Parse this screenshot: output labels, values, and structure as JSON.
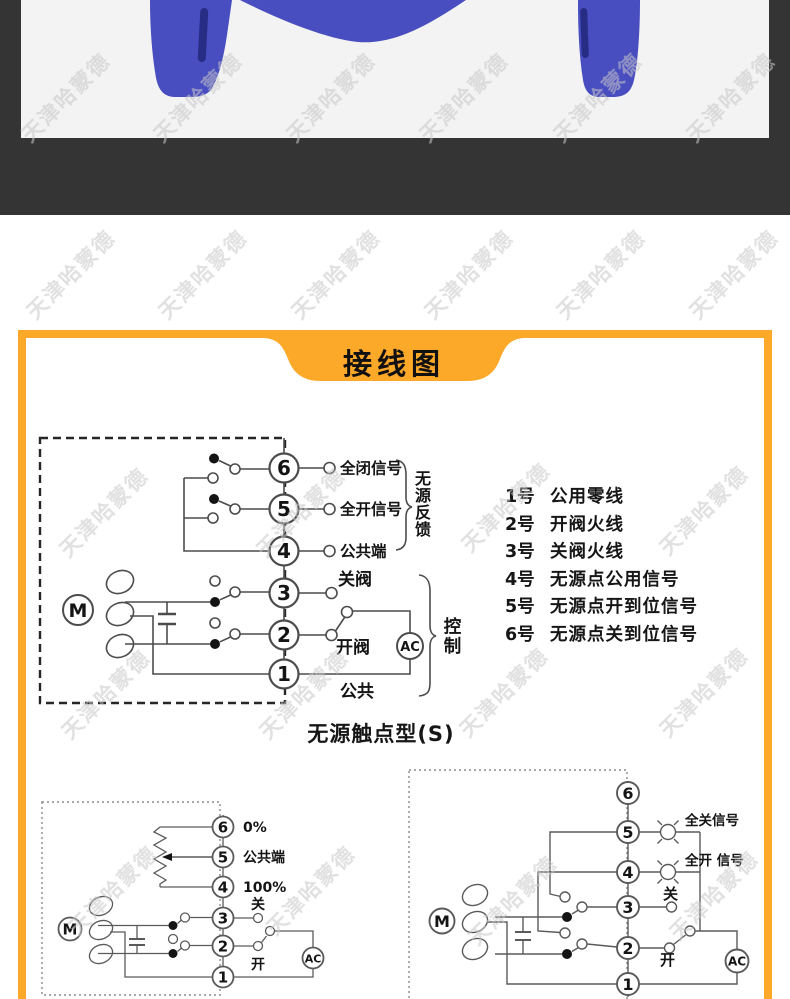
{
  "watermark": {
    "text": "天津哈蒙德"
  },
  "colors": {
    "accent_orange": "#FCA828",
    "product_blue": "#484DC0",
    "frame_dark": "#343434"
  },
  "wiring_section": {
    "title": "接线图",
    "main_diagram": {
      "terminals": [
        "6",
        "5",
        "4",
        "3",
        "2",
        "1"
      ],
      "motor_label": "M",
      "ac_label": "AC",
      "labels": {
        "full_close_signal": "全闭信号",
        "full_open_signal": "全开信号",
        "common_terminal": "公共端",
        "close_valve": "关阀",
        "open_valve": "开阀",
        "common": "公共",
        "passive_feedback": "无源反馈",
        "control": "控制"
      },
      "caption": "无源触点型(S)"
    },
    "terminal_legend": [
      {
        "no": "1号",
        "desc": "公用零线"
      },
      {
        "no": "2号",
        "desc": "开阀火线"
      },
      {
        "no": "3号",
        "desc": "关阀火线"
      },
      {
        "no": "4号",
        "desc": "无源点公用信号"
      },
      {
        "no": "5号",
        "desc": "无源点开到位信号"
      },
      {
        "no": "6号",
        "desc": "无源点关到位信号"
      }
    ],
    "pot_diagram": {
      "terminals": [
        "6",
        "5",
        "4",
        "3",
        "2",
        "1"
      ],
      "motor_label": "M",
      "ac_label": "AC",
      "labels": {
        "zero_percent": "0%",
        "common_terminal": "公共端",
        "hundred_percent": "100%",
        "close": "关",
        "open": "开"
      }
    },
    "lamp_diagram": {
      "terminals": [
        "6",
        "5",
        "4",
        "3",
        "2",
        "1"
      ],
      "motor_label": "M",
      "ac_label": "AC",
      "labels": {
        "full_close_signal": "全关信号",
        "full_open_signal": "全开 信号",
        "close": "关",
        "open": "开"
      }
    }
  }
}
